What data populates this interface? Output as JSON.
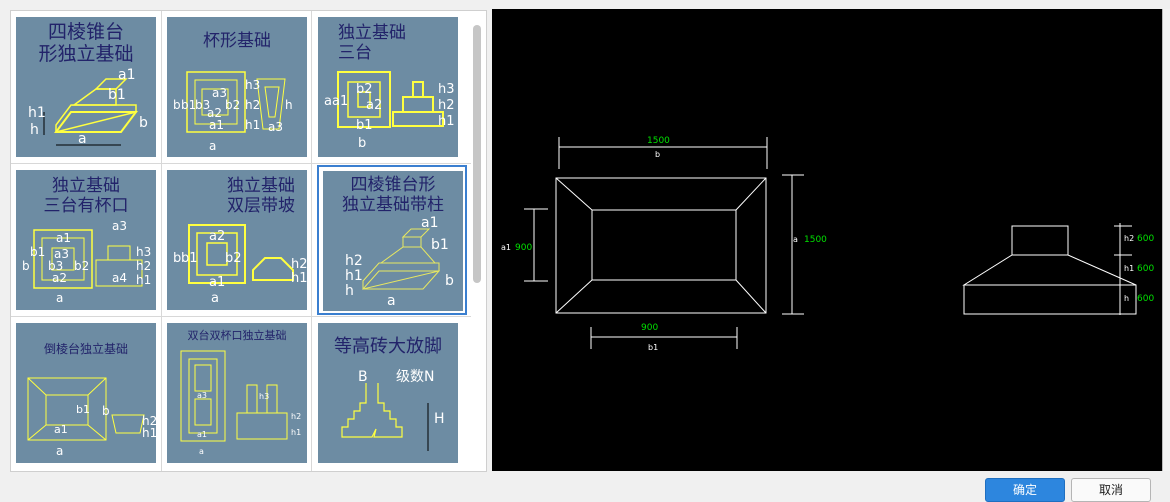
{
  "gallery": {
    "tiles": [
      {
        "title_lines": [
          "四棱锥台",
          "形独立基础"
        ],
        "labels": [
          "a1",
          "b1",
          "h1",
          "h",
          "b",
          "a"
        ]
      },
      {
        "title_lines": [
          "杯形基础"
        ],
        "labels": [
          "a3",
          "a2",
          "b",
          "b1",
          "b3",
          "b2",
          "h3",
          "h2",
          "h1",
          "h",
          "a1",
          "a3",
          "a"
        ]
      },
      {
        "title_lines": [
          "独立基础",
          "三台"
        ],
        "labels": [
          "b2",
          "a2",
          "a",
          "a1",
          "b1",
          "b",
          "h3",
          "h2",
          "h1"
        ]
      },
      {
        "title_lines": [
          "独立基础",
          "三台有杯口"
        ],
        "labels": [
          "a3",
          "a1",
          "b1",
          "a3",
          "b3",
          "b2",
          "b",
          "a2",
          "a",
          "h3",
          "h2",
          "h1",
          "a4"
        ]
      },
      {
        "title_lines": [
          "独立基础",
          "双层带坡"
        ],
        "labels": [
          "a2",
          "b",
          "b1",
          "b2",
          "a1",
          "a",
          "h2",
          "h1"
        ]
      },
      {
        "title_lines": [
          "四棱锥台形",
          "独立基础带柱"
        ],
        "labels": [
          "a1",
          "b1",
          "h2",
          "h1",
          "h",
          "b",
          "a"
        ]
      },
      {
        "title_lines": [
          "倒棱台独立基础"
        ],
        "labels": [
          "b1",
          "a1",
          "a",
          "b",
          "h2",
          "h1"
        ]
      },
      {
        "title_lines": [
          "双台双杯口独立基础"
        ],
        "labels": [
          "a3",
          "a1",
          "a",
          "h3",
          "h2",
          "h1"
        ]
      },
      {
        "title_lines": [
          "等高砖大放脚"
        ],
        "labels": [
          "B",
          "级数N",
          "H"
        ]
      }
    ]
  },
  "preview": {
    "plan": {
      "b_value": "1500",
      "b_label": "b",
      "a_label": "a",
      "a_value": "1500",
      "a1_label": "a1",
      "a1_value": "900",
      "b1_value": "900",
      "b1_label": "b1"
    },
    "elevation": {
      "h2_label": "h2",
      "h2_value": "600",
      "h1_label": "h1",
      "h1_value": "600",
      "h_label": "h",
      "h_value": "600"
    },
    "colors": {
      "background": "#000000",
      "lines": "#ffffff",
      "values": "#00e000"
    }
  },
  "buttons": {
    "ok": "确定",
    "cancel": "取消"
  }
}
